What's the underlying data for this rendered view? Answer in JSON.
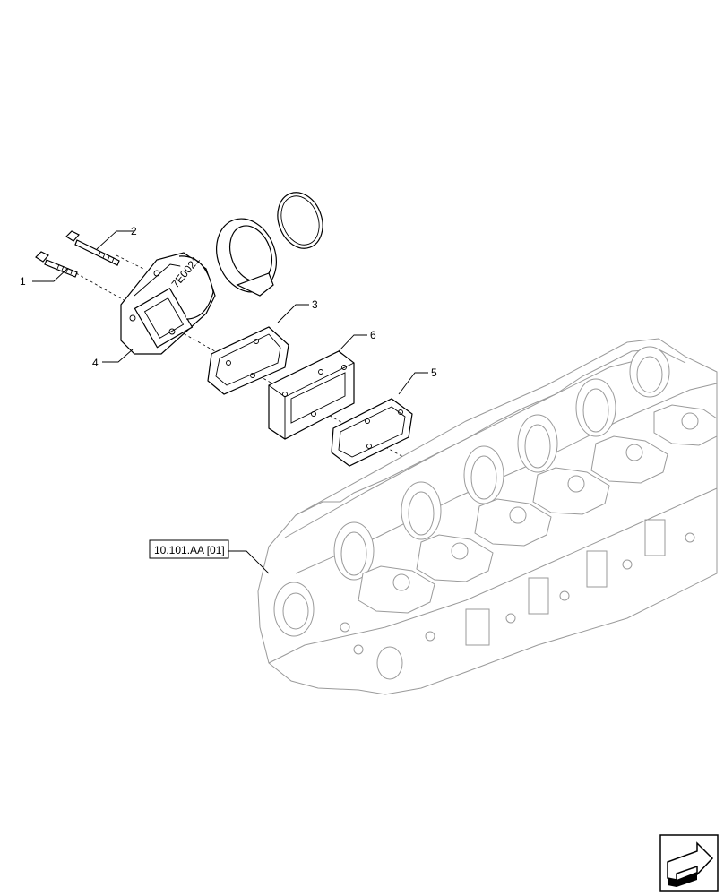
{
  "callouts": {
    "c1": "1",
    "c2": "2",
    "c3": "3",
    "c4": "4",
    "c5": "5",
    "c6": "6"
  },
  "reference": {
    "label": "10.101.AA [01]"
  },
  "housing_stamp": "7E0021",
  "nav": {
    "icon": "next-page-arrow-icon"
  }
}
